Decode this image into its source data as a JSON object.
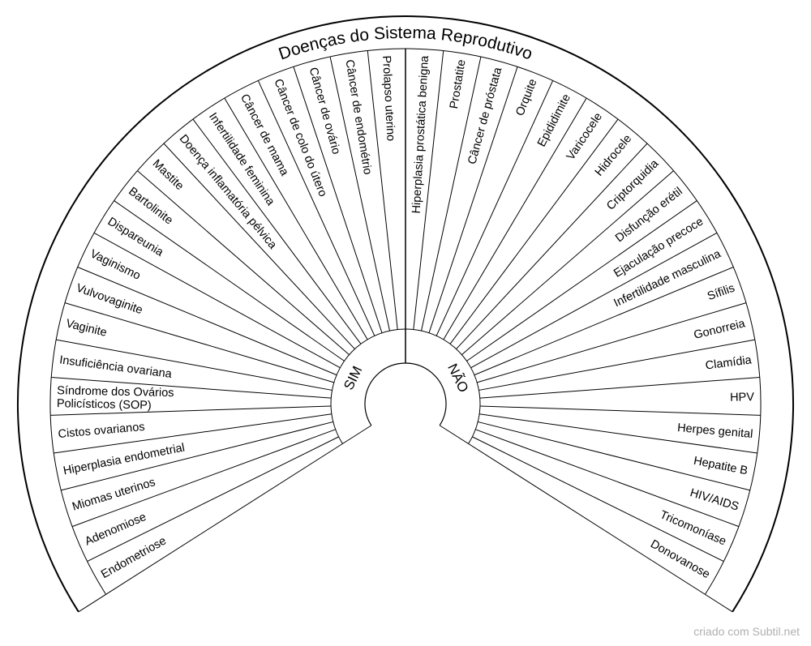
{
  "title": "Doenças do Sistema Reprodutivo",
  "ring": {
    "left": "SIM",
    "right": "NÃO"
  },
  "left": {
    "items": [
      {
        "lines": [
          "Prolapso uterino"
        ]
      },
      {
        "lines": [
          "Câncer de endométrio"
        ]
      },
      {
        "lines": [
          "Câncer de ovário"
        ]
      },
      {
        "lines": [
          "Câncer de colo do útero"
        ]
      },
      {
        "lines": [
          "Câncer de mama"
        ]
      },
      {
        "lines": [
          "Infertilidade feminina"
        ]
      },
      {
        "lines": [
          "Doença inflamatória pélvica"
        ]
      },
      {
        "lines": [
          "Mastite"
        ]
      },
      {
        "lines": [
          "Bartolinite"
        ]
      },
      {
        "lines": [
          "Dispareunia"
        ]
      },
      {
        "lines": [
          "Vaginismo"
        ]
      },
      {
        "lines": [
          "Vulvovaginite"
        ]
      },
      {
        "lines": [
          "Vaginite"
        ]
      },
      {
        "lines": [
          "Insuficiência ovariana"
        ]
      },
      {
        "lines": [
          "Síndrome dos Ovários",
          "Policísticos (SOP)"
        ]
      },
      {
        "lines": [
          "Cistos ovarianos"
        ]
      },
      {
        "lines": [
          "Hiperplasia endometrial"
        ]
      },
      {
        "lines": [
          "Miomas uterinos"
        ]
      },
      {
        "lines": [
          "Adenomiose"
        ]
      },
      {
        "lines": [
          "Endometriose"
        ]
      }
    ]
  },
  "right": {
    "items": [
      {
        "lines": [
          "Hiperplasia prostática benigna"
        ]
      },
      {
        "lines": [
          "Prostatite"
        ]
      },
      {
        "lines": [
          "Câncer de próstata"
        ]
      },
      {
        "lines": [
          "Orquite"
        ]
      },
      {
        "lines": [
          "Epididimite"
        ]
      },
      {
        "lines": [
          "Varicocele"
        ]
      },
      {
        "lines": [
          "Hidrocele"
        ]
      },
      {
        "lines": [
          "Criptorquidia"
        ]
      },
      {
        "lines": [
          "Disfunção erétil"
        ]
      },
      {
        "lines": [
          "Ejaculação precoce"
        ]
      },
      {
        "lines": [
          "Infertilidade masculina"
        ]
      },
      {
        "lines": [
          "Sífilis"
        ]
      },
      {
        "lines": [
          "Gonorreia"
        ]
      },
      {
        "lines": [
          "Clamídia"
        ]
      },
      {
        "lines": [
          "HPV"
        ]
      },
      {
        "lines": [
          "Herpes genital"
        ]
      },
      {
        "lines": [
          "Hepatite B"
        ]
      },
      {
        "lines": [
          "HIV/AIDS"
        ]
      },
      {
        "lines": [
          "Tricomoníase"
        ]
      },
      {
        "lines": [
          "Donovanose"
        ]
      }
    ]
  },
  "footer": "criado com Subtil.net"
}
